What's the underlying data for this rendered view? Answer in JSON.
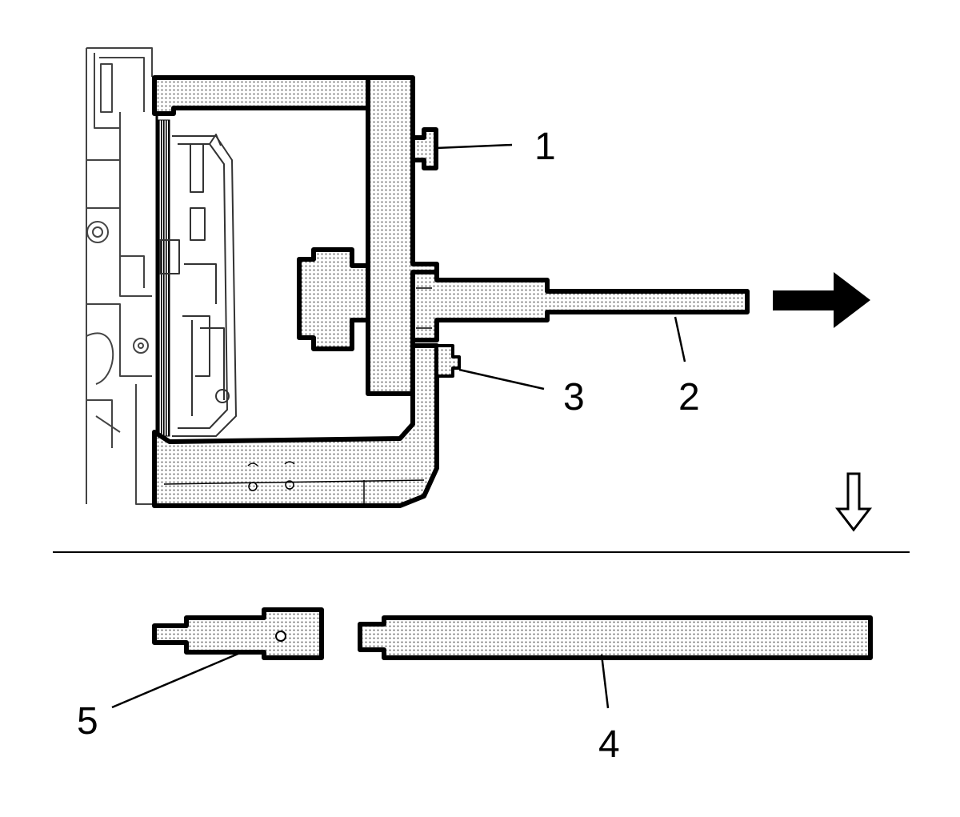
{
  "callouts": {
    "c1": "1",
    "c2": "2",
    "c3": "3",
    "c4": "4",
    "c5": "5"
  },
  "colors": {
    "ink": "#000000",
    "paper": "#ffffff",
    "stipple": "#555555",
    "housing_line": "#444444"
  },
  "icons": {
    "pull_arrow": "arrow-right-icon",
    "detail_arrow": "arrow-down-outline-icon"
  }
}
